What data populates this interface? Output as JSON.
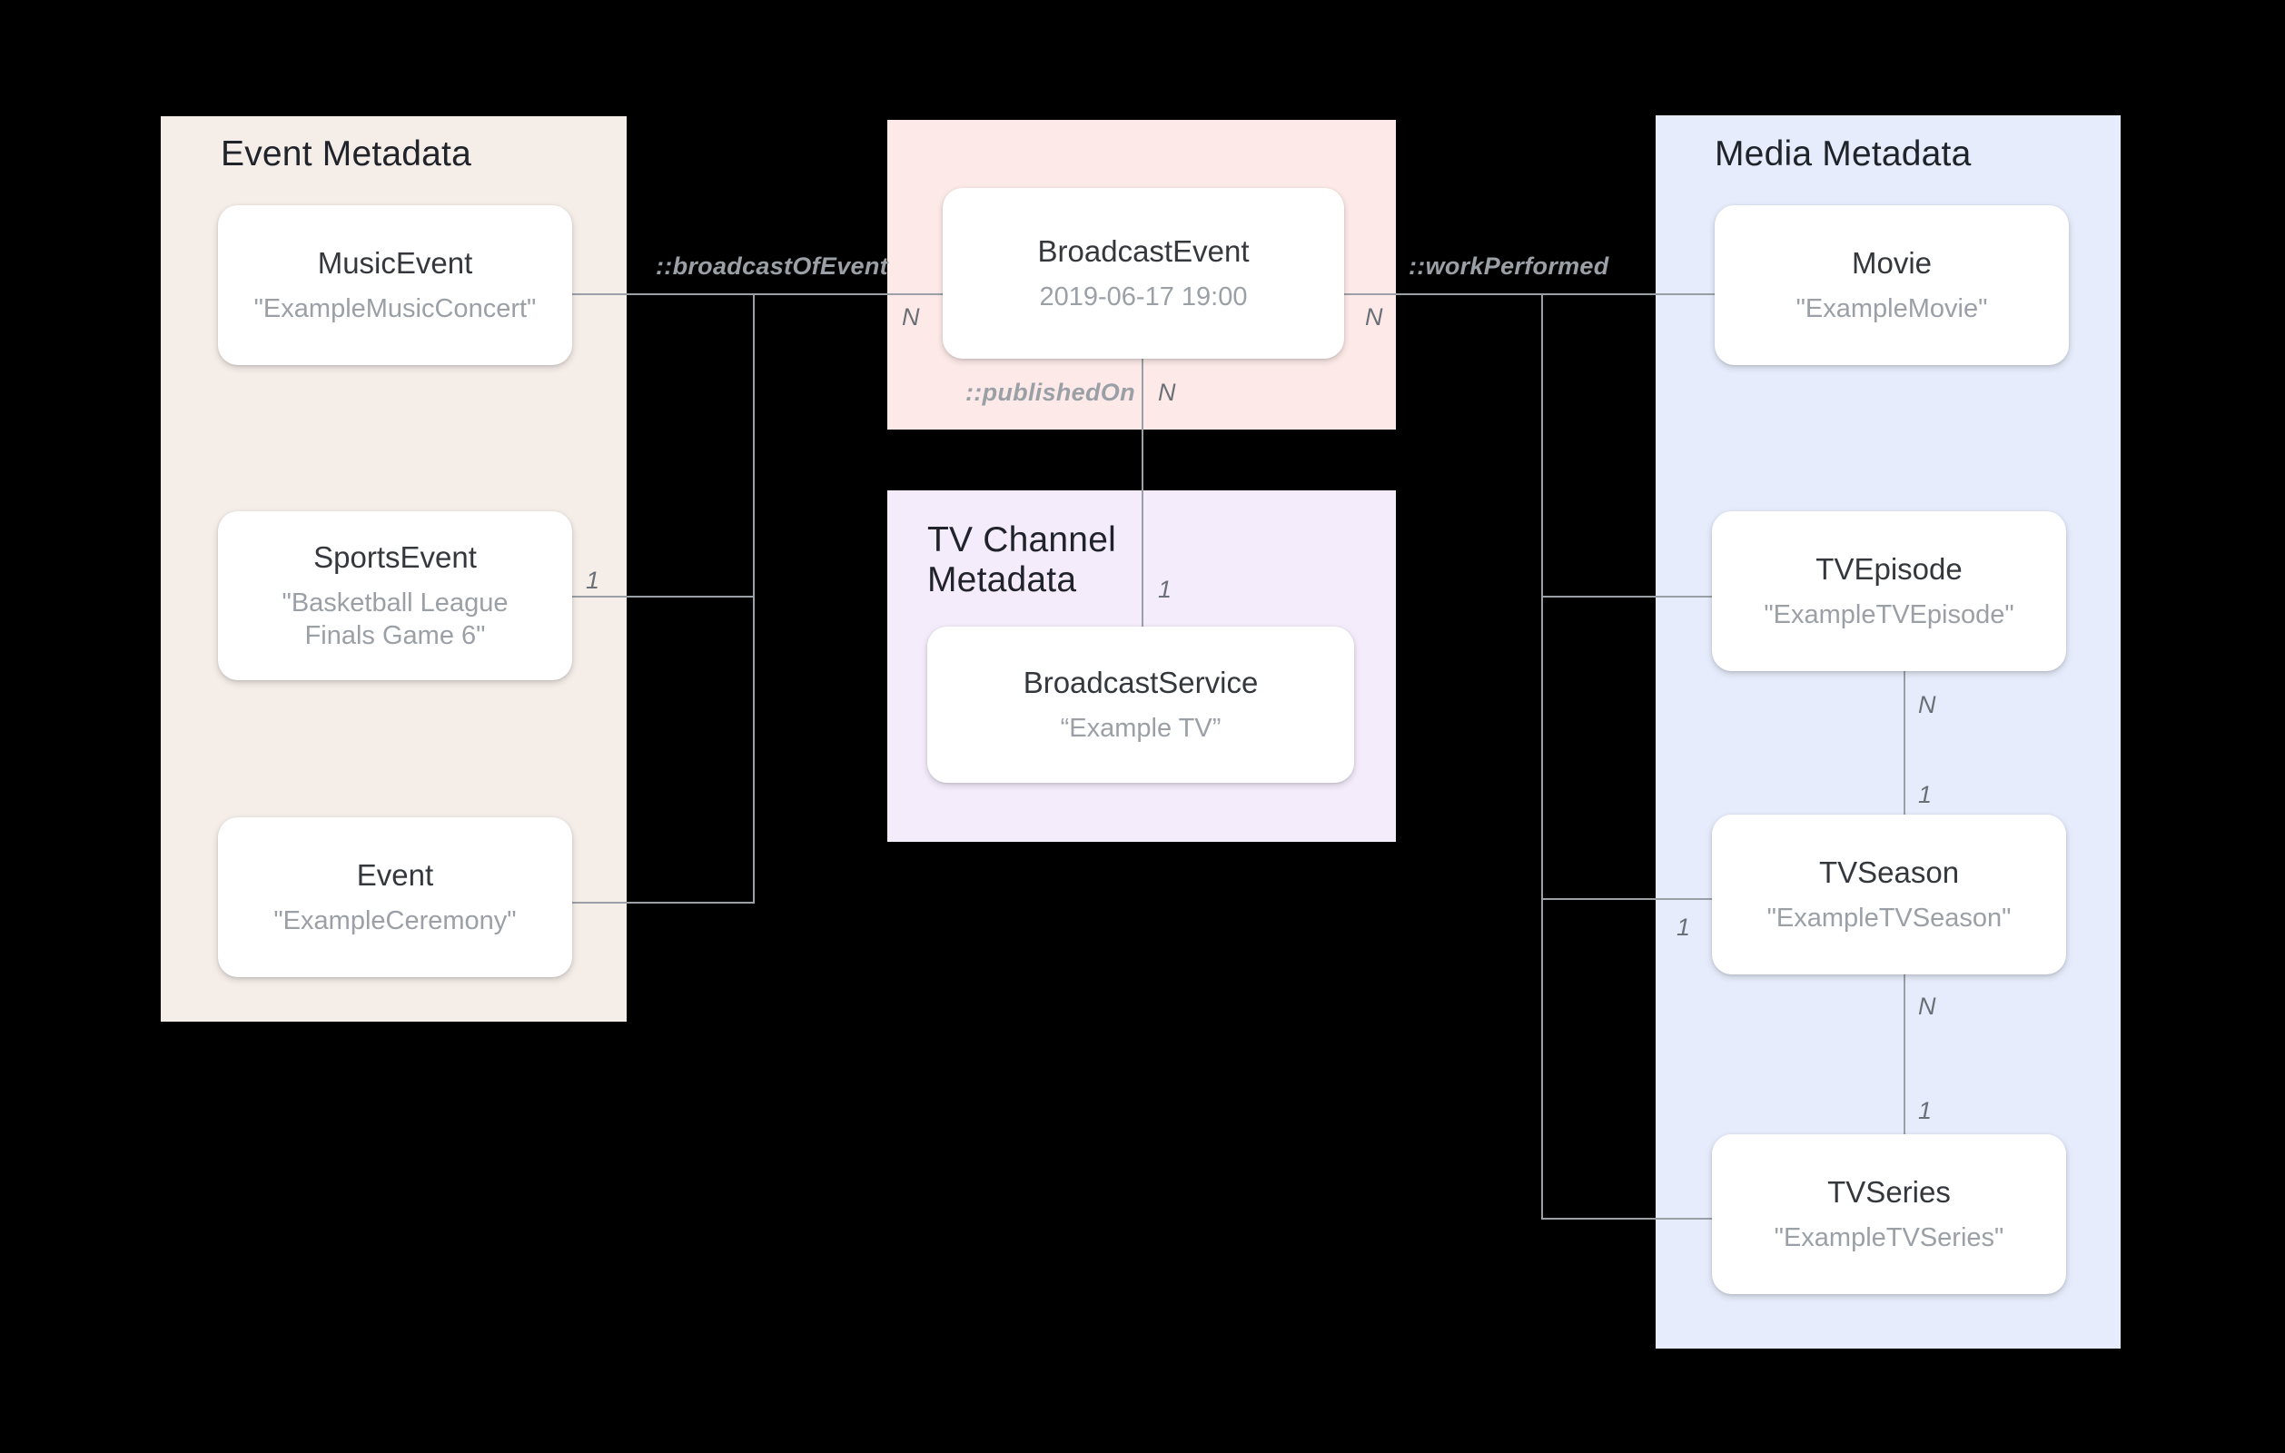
{
  "diagram": {
    "title": "Broadcast metadata entity relationship diagram",
    "colors": {
      "event_panel": "#f5ede8",
      "broadcast_panel": "#fdeae8",
      "tvchannel_panel": "#f5ecfb",
      "media_panel": "#e6ecfb",
      "card_bg": "#ffffff",
      "line": "#9aa0a6",
      "title_text": "#20242a",
      "card_title_text": "#34383d",
      "card_value_text": "#9aa0a6",
      "multiplicity_text": "#6b7077"
    }
  },
  "panels": {
    "event": {
      "title": "Event Metadata",
      "cards": [
        {
          "type": "MusicEvent",
          "value": "\"ExampleMusicConcert\""
        },
        {
          "type": "SportsEvent",
          "value": "\"Basketball League Finals Game 6\""
        },
        {
          "type": "Event",
          "value": "\"ExampleCeremony\""
        }
      ]
    },
    "broadcast": {
      "title": "",
      "cards": [
        {
          "type": "BroadcastEvent",
          "value": "2019-06-17 19:00"
        }
      ]
    },
    "tvchannel": {
      "title": "TV Channel Metadata",
      "cards": [
        {
          "type": "BroadcastService",
          "value": "“Example TV”"
        }
      ]
    },
    "media": {
      "title": "Media Metadata",
      "cards": [
        {
          "type": "Movie",
          "value": "\"ExampleMovie\""
        },
        {
          "type": "TVEpisode",
          "value": "\"ExampleTVEpisode\""
        },
        {
          "type": "TVSeason",
          "value": "\"ExampleTVSeason\""
        },
        {
          "type": "TVSeries",
          "value": "\"ExampleTVSeries\""
        }
      ]
    }
  },
  "relations": [
    {
      "name": "::broadcastOfEvent",
      "from": "Event Metadata",
      "to": "BroadcastEvent"
    },
    {
      "name": "::workPerformed",
      "from": "BroadcastEvent",
      "to": "Media Metadata"
    },
    {
      "name": "::publishedOn",
      "from": "BroadcastEvent",
      "to": "BroadcastService"
    }
  ],
  "multiplicities": {
    "broadcast_left_n": "N",
    "broadcast_right_n": "N",
    "broadcast_bottom_n": "N",
    "sportsevent_one": "1",
    "broadcastservice_one": "1",
    "tvepisode_n": "N",
    "tvseason_one_top": "1",
    "tvseason_one_left": "1",
    "tvseason_n": "N",
    "tvseries_one": "1"
  }
}
